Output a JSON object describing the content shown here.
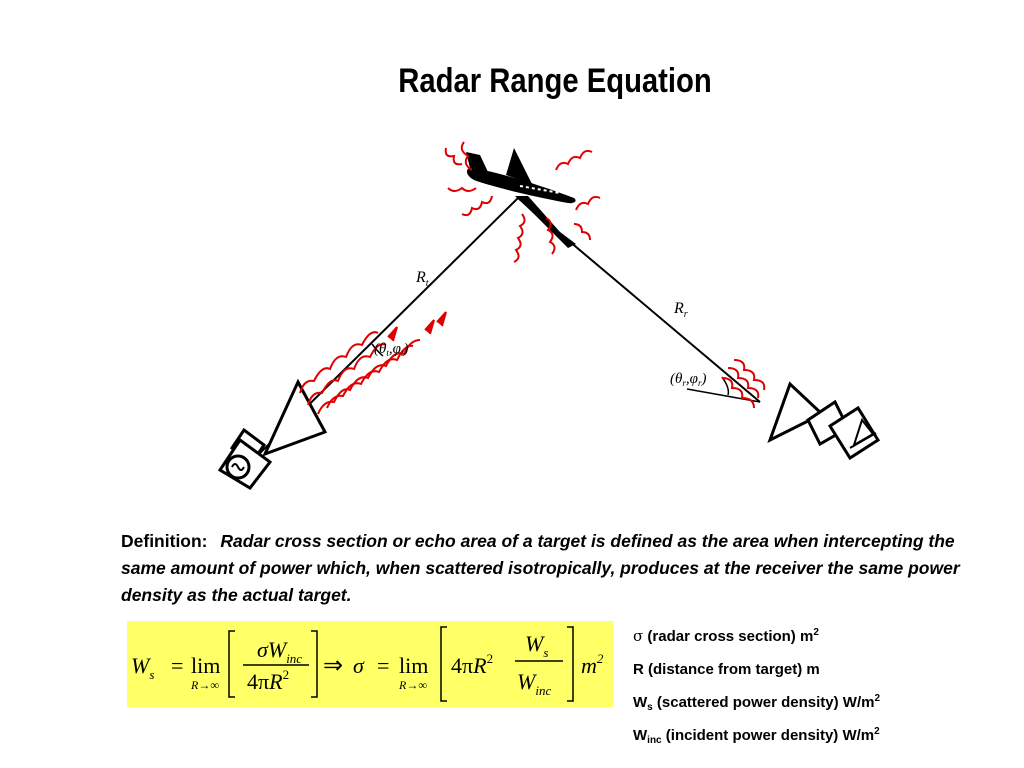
{
  "title": "Radar Range Equation",
  "diagram": {
    "range_tx_label": "R",
    "range_tx_sub": "t",
    "range_rx_label": "R",
    "range_rx_sub": "r",
    "angle_tx_label": "(θ",
    "angle_tx_sub1": "t",
    "angle_tx_mid": ",φ",
    "angle_tx_sub2": "t",
    "angle_tx_end": ")",
    "angle_rx_label": "(θ",
    "angle_rx_sub1": "r",
    "angle_rx_mid": ",φ",
    "angle_rx_sub2": "r",
    "angle_rx_end": ")",
    "wave_color": "#e00000"
  },
  "definition": {
    "label": "Definition:",
    "text": "Radar cross section or echo area of a target is defined as the area when intercepting the same amount of power which, when scattered isotropically, produces at the receiver the same power density as the actual target."
  },
  "formula": {
    "background": "#ffff66",
    "ws": "W",
    "ws_sub": "s",
    "equals": "=",
    "lim": "lim",
    "lim_sub": "R→∞",
    "sigma": "σ",
    "w": "W",
    "inc": "inc",
    "four_pi": "4π",
    "r": "R",
    "sq": "2",
    "implies": "⇒",
    "unit": "m",
    "unit_exp": "2",
    "s": "s"
  },
  "legend": [
    {
      "sym": "σ",
      "sub": "",
      "text": " (radar cross section) m",
      "sup": "2"
    },
    {
      "sym": "R",
      "sub": "",
      "text": " (distance from target) m",
      "sup": ""
    },
    {
      "sym": "W",
      "sub": "s",
      "text": " (scattered power density) W/m",
      "sup": "2"
    },
    {
      "sym": "W",
      "sub": "inc",
      "text": " (incident power density) W/m",
      "sup": "2"
    }
  ]
}
